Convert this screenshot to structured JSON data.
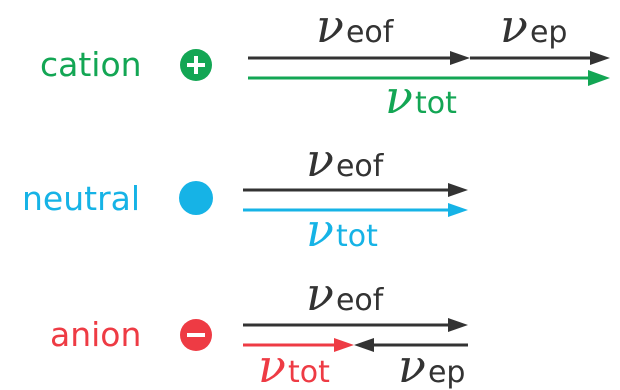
{
  "colors": {
    "black": "#333333",
    "cation": "#13a654",
    "neutral": "#16b3e6",
    "anion": "#ee3b44"
  },
  "symbols": {
    "velocity": "ν"
  },
  "rows": [
    {
      "species": "cation",
      "sign": "+",
      "top_vectors": [
        {
          "symbol": "ν",
          "subscript": "eof"
        },
        {
          "symbol": "ν",
          "subscript": "ep"
        }
      ],
      "total": {
        "symbol": "ν",
        "subscript": "tot"
      }
    },
    {
      "species": "neutral",
      "sign": "",
      "top_vectors": [
        {
          "symbol": "ν",
          "subscript": "eof"
        }
      ],
      "total": {
        "symbol": "ν",
        "subscript": "tot"
      }
    },
    {
      "species": "anion",
      "sign": "−",
      "top_vectors": [
        {
          "symbol": "ν",
          "subscript": "eof"
        }
      ],
      "ep_vector": {
        "symbol": "ν",
        "subscript": "ep"
      },
      "total": {
        "symbol": "ν",
        "subscript": "tot"
      }
    }
  ]
}
